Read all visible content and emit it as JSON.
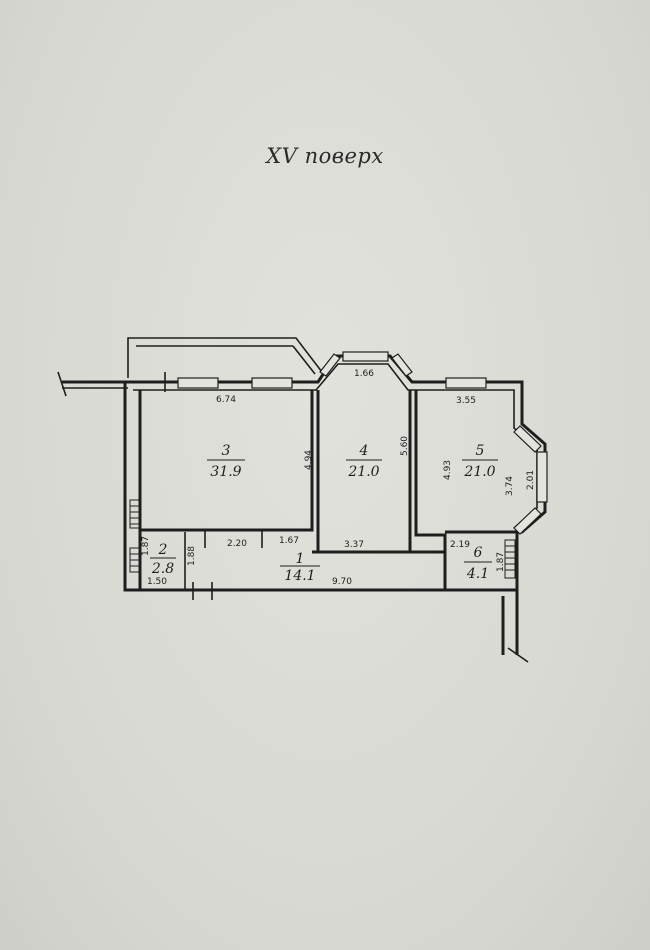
{
  "title": "XV поверх",
  "rooms": [
    {
      "id": "1",
      "area": "14.1"
    },
    {
      "id": "2",
      "area": "2.8"
    },
    {
      "id": "3",
      "area": "31.9"
    },
    {
      "id": "4",
      "area": "21.0"
    },
    {
      "id": "5",
      "area": "21.0"
    },
    {
      "id": "6",
      "area": "4.1"
    }
  ],
  "dimensions": {
    "room3_width": "6.74",
    "room3_height": "4.94",
    "room4_top": "1.66",
    "room4_height": "5.60",
    "room4_bottom": "3.37",
    "room5_top": "3.55",
    "room5_height": "4.93",
    "room5_bay": "3.74",
    "room5_bay_window": "2.01",
    "room2_height": "1.87",
    "room2_width": "1.50",
    "corridor_left": "1.88",
    "corridor_top_a": "2.20",
    "corridor_top_b": "1.67",
    "corridor_length": "9.70",
    "room6_width": "2.19",
    "room6_height": "1.87"
  }
}
